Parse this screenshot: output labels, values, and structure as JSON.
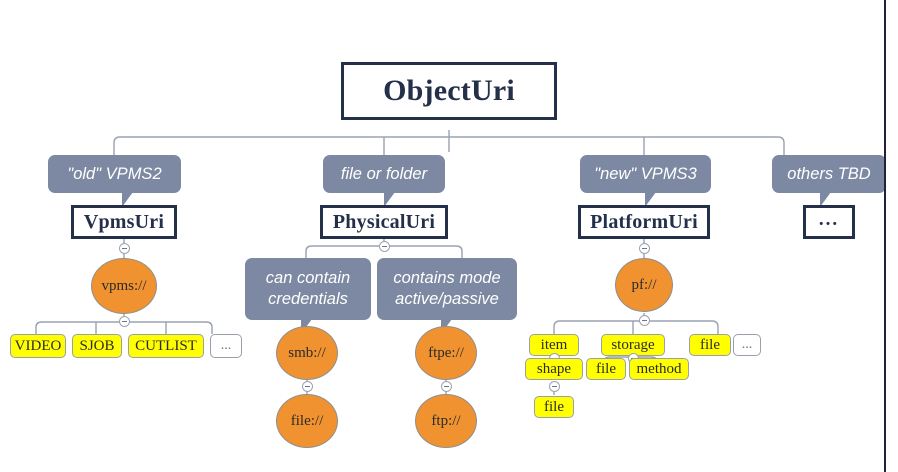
{
  "diagram": {
    "title": "ObjectUri",
    "root": {
      "label": "ObjectUri"
    },
    "callouts": {
      "old_vpms2": "\"old\" VPMS2",
      "file_or_folder": "file or folder",
      "new_vpms3": "\"new\" VPMS3",
      "others_tbd": "others TBD",
      "can_contain_line1": "can contain",
      "can_contain_line2": "credentials",
      "contains_mode_line1": "contains mode",
      "contains_mode_line2": "active/passive"
    },
    "classes": {
      "vpms_uri": "VpmsUri",
      "physical_uri": "PhysicalUri",
      "platform_uri": "PlatformUri",
      "others_box": "..."
    },
    "schemes": {
      "vpms": "vpms://",
      "smb": "smb://",
      "file_under_smb": "file://",
      "ftpe": "ftpe://",
      "ftp_under_ftpe": "ftp://",
      "pf": "pf://"
    },
    "vpms_leaves": [
      "VIDEO",
      "SJOB",
      "CUTLIST",
      "..."
    ],
    "platform_leaves": {
      "row1": [
        "item",
        "storage",
        "file",
        "..."
      ],
      "item_children": [
        "shape"
      ],
      "shape_children": [
        "file"
      ],
      "storage_children": [
        "file",
        "method"
      ]
    },
    "colors": {
      "class_border": "#242f49",
      "callout_fill": "#7d89a2",
      "ellipse_fill": "#f0922f",
      "leaf_fill": "#ffff00",
      "link_stroke": "#9aa3b2",
      "canvas_edge": "#1b2438",
      "background": "#ffffff"
    }
  }
}
